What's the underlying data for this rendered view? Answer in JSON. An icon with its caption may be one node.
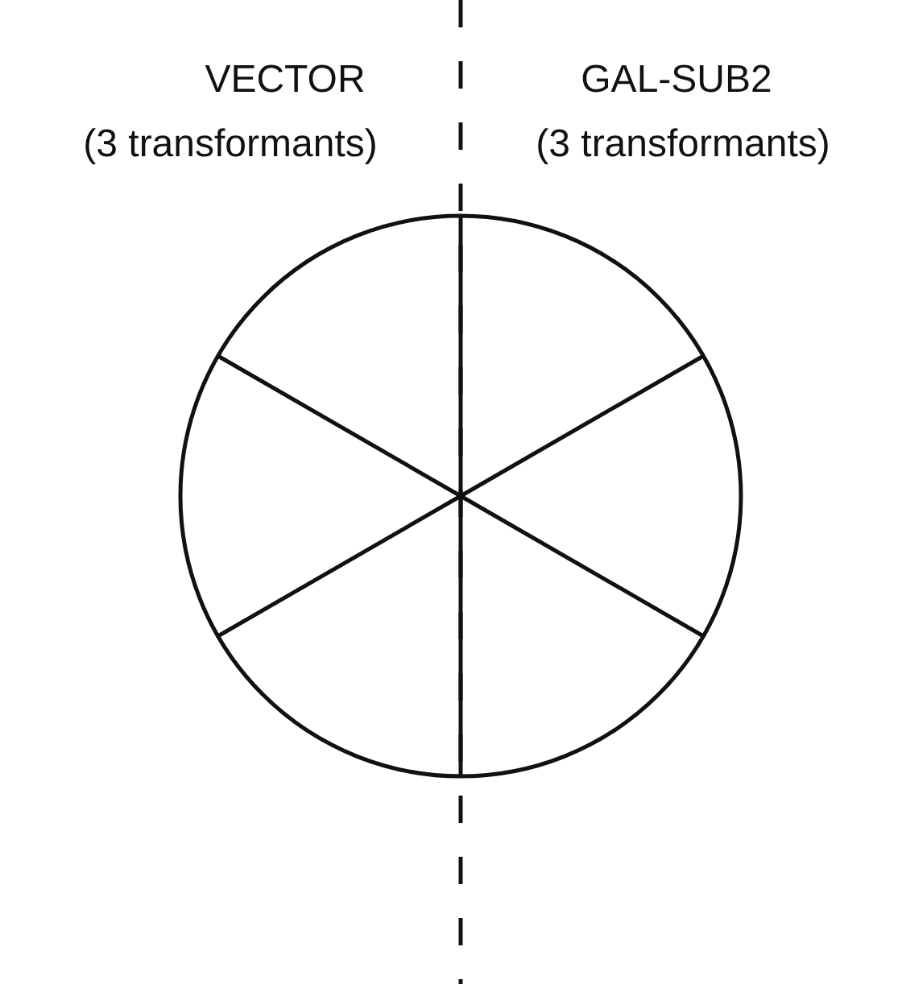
{
  "diagram": {
    "labels": [
      "VECTOR",
      "(3 transformants)",
      "GAL-SUB2",
      "(3 transformants)"
    ]
  }
}
